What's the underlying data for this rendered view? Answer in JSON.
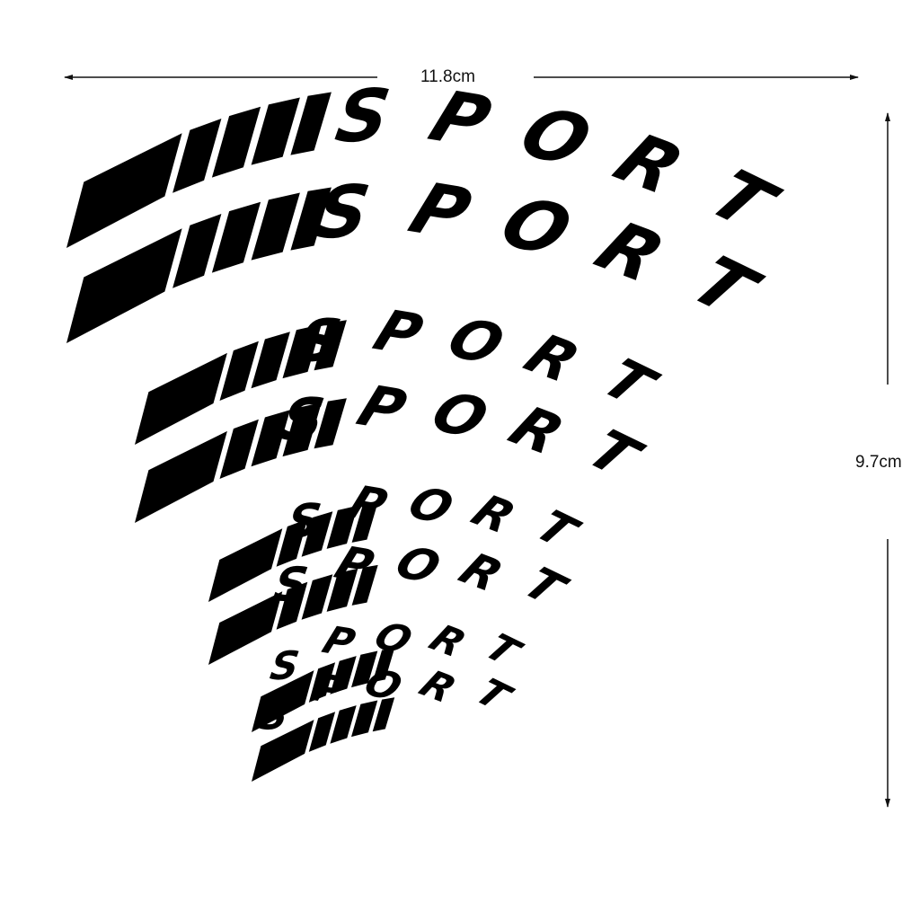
{
  "dimensions": {
    "width_label": "11.8cm",
    "height_label": "9.7cm"
  },
  "decal": {
    "word": "SPORT",
    "stripe_count": 5,
    "row_count": 8,
    "size_groups": 4,
    "color": "#000000",
    "background": "#ffffff",
    "line_color": "#111111"
  }
}
